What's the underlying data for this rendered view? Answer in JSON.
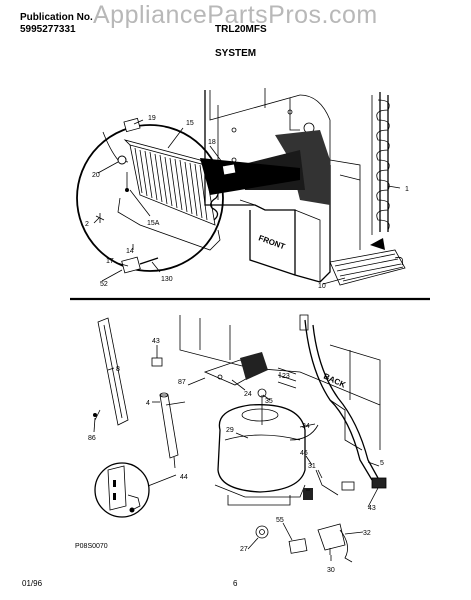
{
  "header": {
    "publication_label": "Publication No.",
    "publication_number": "5995277331",
    "model_number": "TRL20MFS",
    "section_title": "SYSTEM"
  },
  "watermark": "AppliancePartsPros.com",
  "labels": {
    "top": [
      "19",
      "15",
      "18",
      "20",
      "15A",
      "2",
      "14",
      "17",
      "130",
      "52",
      "10",
      "1",
      "FRONT"
    ],
    "bottom": [
      "8",
      "86",
      "4",
      "43",
      "87",
      "24",
      "23",
      "BACK",
      "35",
      "29",
      "34",
      "46",
      "5",
      "31",
      "43",
      "44",
      "55",
      "32",
      "27",
      "30"
    ]
  },
  "diagram_id": "P08S0070",
  "footer": {
    "date": "01/96",
    "page": "6"
  }
}
